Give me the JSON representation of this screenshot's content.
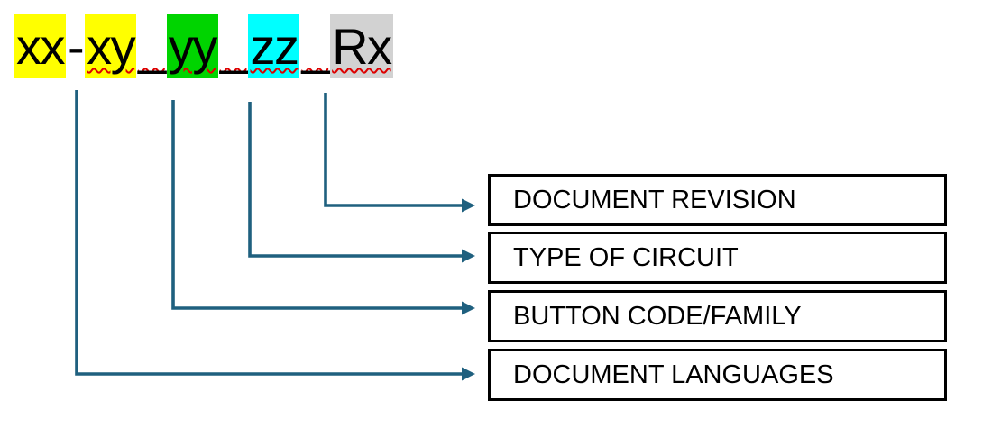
{
  "code_segments": [
    {
      "text": "xx",
      "highlight": "#ffff00",
      "squiggle": false,
      "name": "code-part-xx"
    },
    {
      "text": "-",
      "highlight": null,
      "squiggle": false,
      "name": "code-separator-dash"
    },
    {
      "text": "xy",
      "highlight": "#ffff00",
      "squiggle": true,
      "name": "code-part-xy"
    },
    {
      "text": "_",
      "highlight": null,
      "squiggle": true,
      "name": "code-separator-underscore"
    },
    {
      "text": "yy",
      "highlight": "#00d400",
      "squiggle": true,
      "name": "code-part-yy"
    },
    {
      "text": "_",
      "highlight": null,
      "squiggle": true,
      "name": "code-separator-underscore"
    },
    {
      "text": "zz",
      "highlight": "#00ffff",
      "squiggle": true,
      "name": "code-part-zz"
    },
    {
      "text": "_",
      "highlight": null,
      "squiggle": true,
      "name": "code-separator-underscore"
    },
    {
      "text": "Rx",
      "highlight": "#d2d2d2",
      "squiggle": true,
      "name": "code-part-rx"
    }
  ],
  "boxes": [
    {
      "label": "DOCUMENT REVISION",
      "code_part": "Rx"
    },
    {
      "label": "TYPE OF CIRCUIT",
      "code_part": "zz"
    },
    {
      "label": "BUTTON CODE/FAMILY",
      "code_part": "yy"
    },
    {
      "label": "DOCUMENT LANGUAGES",
      "code_part": "xx-xy"
    }
  ],
  "colors": {
    "connector": "#1f607f",
    "squiggle": "#dd0000",
    "box_border": "#000000",
    "highlight_yellow": "#ffff00",
    "highlight_green": "#00d400",
    "highlight_cyan": "#00ffff",
    "highlight_gray": "#d2d2d2"
  }
}
